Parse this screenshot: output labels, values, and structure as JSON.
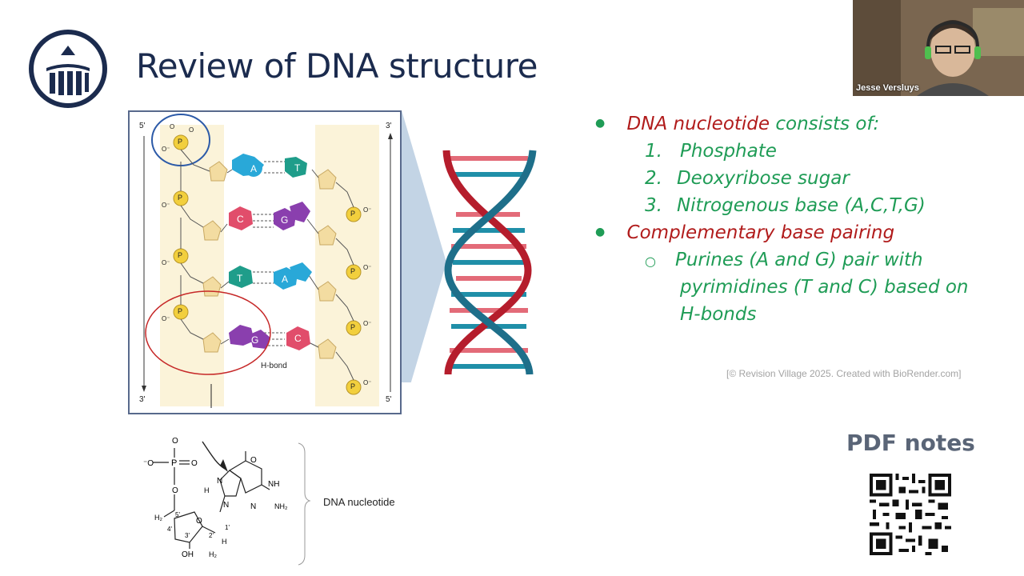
{
  "slide": {
    "title": "Review of DNA structure",
    "logo_icon": "revision-village-logo-icon"
  },
  "webcam": {
    "name": "Jesse Versluys"
  },
  "diagram": {
    "left_top_label": "5'",
    "left_bottom_label": "3'",
    "right_top_label": "3'",
    "right_bottom_label": "5'",
    "phosphate_label": "P",
    "oxygen_label": "O",
    "oxygen_minus_label": "O⁻",
    "hbond_label": "H-bond",
    "bases_left": [
      "A",
      "C",
      "T",
      "G"
    ],
    "bases_right": [
      "T",
      "G",
      "A",
      "C"
    ],
    "colors": {
      "A": "#29a8d8",
      "T": "#1f9d8a",
      "C": "#e14d6b",
      "G": "#8a3fae",
      "sugar": "#f3dca1",
      "phosphate": "#f2cf3d"
    }
  },
  "nucleotide": {
    "label": "DNA nucleotide",
    "atoms": [
      "O",
      "⁻O",
      "P",
      "O",
      "O",
      "H₂",
      "5'",
      "O",
      "4'",
      "1'",
      "3'",
      "2'",
      "OH",
      "H₂",
      "H",
      "O",
      "N",
      "NH",
      "H",
      "N",
      "N",
      "NH₂"
    ]
  },
  "notes": {
    "items": [
      {
        "bullet": "●",
        "red": "DNA nucleotide",
        "green": " consists of:"
      },
      {
        "bullet": "1.",
        "green": "Phosphate"
      },
      {
        "bullet": "2.",
        "green": "Deoxyribose sugar"
      },
      {
        "bullet": "3.",
        "green": "Nitrogenous base (A,C,T,G)"
      },
      {
        "bullet": "●",
        "red": "Complementary base pairing"
      },
      {
        "bullet": "○",
        "green": "Purines (A and G) pair with"
      },
      {
        "green": "pyrimidines (T and C) based on"
      },
      {
        "green": "H-bonds"
      }
    ]
  },
  "credit": "[© Revision Village 2025. Created with BioRender.com]",
  "pdf_notes": {
    "label": "PDF notes",
    "qr_icon": "qr-code-icon"
  }
}
